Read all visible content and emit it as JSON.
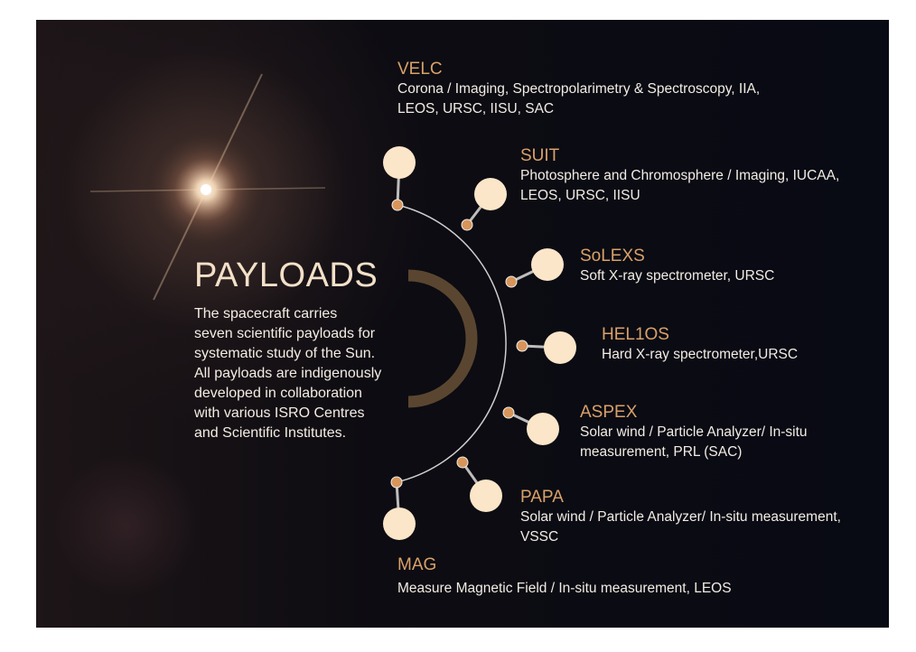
{
  "heading": "PAYLOADS",
  "intro": [
    "The spacecraft carries",
    "seven scientific payloads for",
    "systematic study of the Sun.",
    "All payloads are indigenously",
    "developed in collaboration",
    "with various ISRO Centres",
    "and Scientific Institutes."
  ],
  "payloads": [
    {
      "name": "VELC",
      "desc": [
        "Corona / Imaging, Spectropolarimetry & Spectroscopy, IIA,",
        "LEOS, URSC, IISU, SAC"
      ]
    },
    {
      "name": "SUIT",
      "desc": [
        "Photosphere and Chromosphere / Imaging, IUCAA,",
        "LEOS, URSC, IISU"
      ]
    },
    {
      "name": "SoLEXS",
      "desc": [
        "Soft X-ray spectrometer, URSC"
      ]
    },
    {
      "name": "HEL1OS",
      "desc": [
        "Hard X-ray spectrometer,URSC"
      ]
    },
    {
      "name": "ASPEX",
      "desc": [
        "Solar wind / Particle Analyzer/ In-situ",
        "measurement, PRL (SAC)"
      ]
    },
    {
      "name": "PAPA",
      "desc": [
        "Solar wind / Particle Analyzer/ In-situ measurement,",
        "VSSC"
      ]
    },
    {
      "name": "MAG",
      "desc": [
        "Measure Magnetic Field / In-situ measurement, LEOS"
      ]
    }
  ],
  "colors": {
    "accent": "#d9a169",
    "node": "#fbe6c9",
    "dot": "#d8955a",
    "ring": "#5a4630"
  }
}
